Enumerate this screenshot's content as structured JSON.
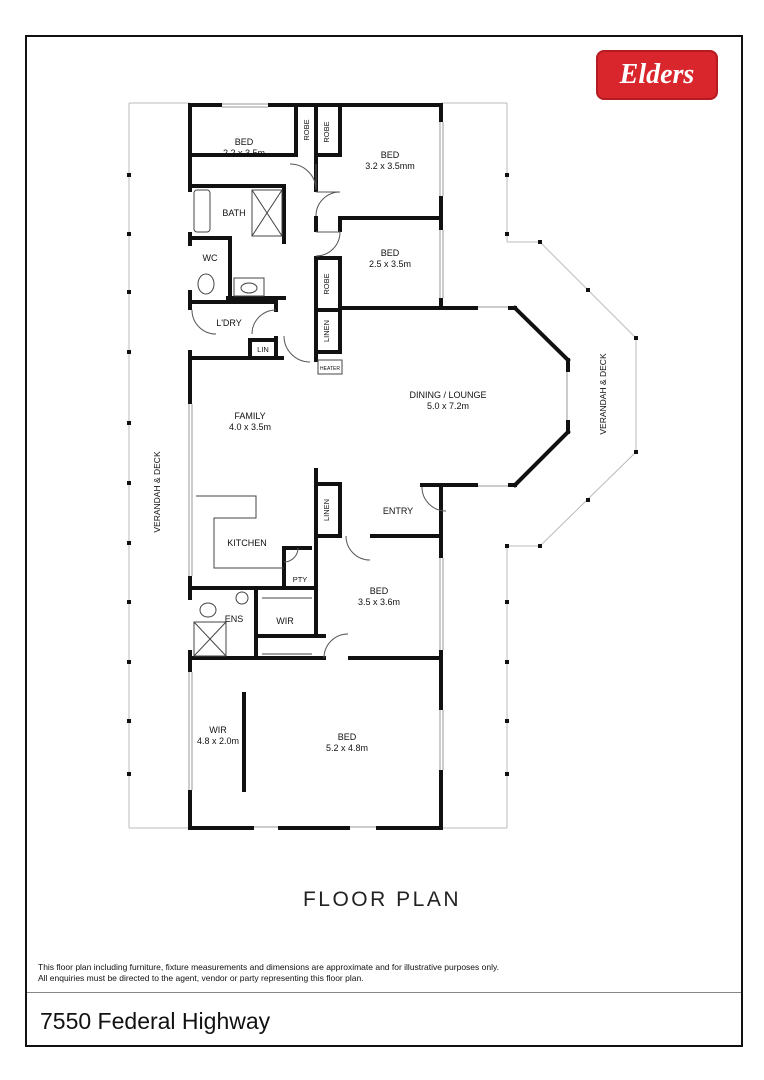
{
  "brand": {
    "logo_text": "Elders",
    "logo_color": "#d8262c",
    "logo_icon": "elders-logo-icon"
  },
  "rooms": [
    {
      "id": "bed1",
      "name": "BED",
      "dims": "2.2 x 3.5m"
    },
    {
      "id": "bed2",
      "name": "BED",
      "dims": "3.2 x 3.5mm"
    },
    {
      "id": "bed3",
      "name": "BED",
      "dims": "2.5 x 3.5m"
    },
    {
      "id": "bath",
      "name": "BATH",
      "dims": ""
    },
    {
      "id": "wc",
      "name": "WC",
      "dims": ""
    },
    {
      "id": "ldry",
      "name": "L'DRY",
      "dims": ""
    },
    {
      "id": "lin",
      "name": "LIN",
      "dims": ""
    },
    {
      "id": "family",
      "name": "FAMILY",
      "dims": "4.0 x 3.5m"
    },
    {
      "id": "dining",
      "name": "DINING / LOUNGE",
      "dims": "5.0 x 7.2m"
    },
    {
      "id": "kitchen",
      "name": "KITCHEN",
      "dims": ""
    },
    {
      "id": "entry",
      "name": "ENTRY",
      "dims": ""
    },
    {
      "id": "pty",
      "name": "PTY",
      "dims": ""
    },
    {
      "id": "bed4",
      "name": "BED",
      "dims": "3.5 x 3.6m"
    },
    {
      "id": "ens",
      "name": "ENS",
      "dims": ""
    },
    {
      "id": "wir1",
      "name": "WIR",
      "dims": ""
    },
    {
      "id": "wir2",
      "name": "WIR",
      "dims": "4.8 x 2.0m"
    },
    {
      "id": "bed5",
      "name": "BED",
      "dims": "5.2 x 4.8m"
    }
  ],
  "small_labels": {
    "robe_1": "ROBE",
    "robe_2": "ROBE",
    "robe_3": "ROBE",
    "linen_1": "LINEN",
    "linen_2": "LINEN",
    "heater": "HEATER"
  },
  "outdoor": {
    "left_deck": "VERANDAH & DECK",
    "right_deck": "VERANDAH & DECK"
  },
  "plan_title": "FLOOR PLAN",
  "disclaimer": [
    "This floor plan including furniture, fixture measurements and dimensions are approximate and for illustrative purposes only.",
    "All enquiries must be directed to the agent, vendor or party representing this floor plan."
  ],
  "address": "7550 Federal Highway"
}
